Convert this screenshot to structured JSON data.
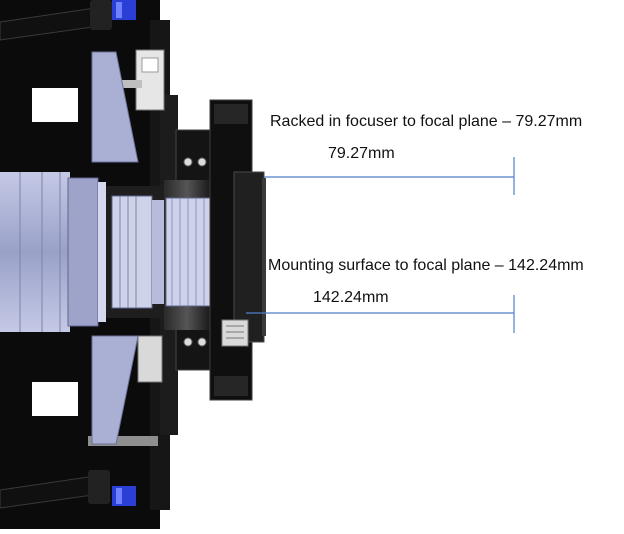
{
  "annotations": {
    "racked": {
      "caption": "Racked in focuser to focal plane – 79.27mm",
      "value": "79.27mm"
    },
    "mounting": {
      "caption": "Mounting surface to focal plane – 142.24mm",
      "value": "142.24mm"
    }
  },
  "colors": {
    "background": "#ffffff",
    "dimension_line": "#4f7ec9",
    "body_black": "#0b0b0b",
    "optics_lavender": "#aab0d4",
    "knob_blue": "#2a3fd6"
  }
}
